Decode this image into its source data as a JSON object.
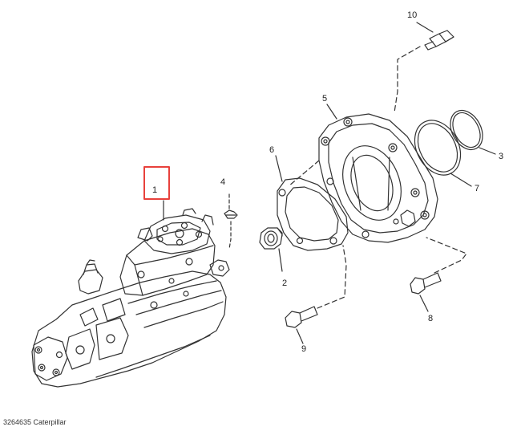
{
  "callouts": [
    "1",
    "2",
    "3",
    "4",
    "5",
    "6",
    "7",
    "8",
    "9",
    "10"
  ],
  "highlighted_callout": "1",
  "highlight_color": "#e8413c",
  "line_color": "#333333",
  "caption": "3264635 Caterpillar"
}
